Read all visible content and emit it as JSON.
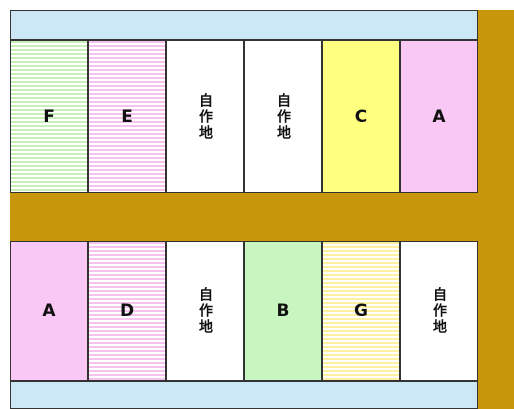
{
  "colors": {
    "road": "#c8960a",
    "water": "#cce8f7",
    "border": "#333333",
    "green_stripe": "#c8efb8",
    "pink_stripe": "#f6c2ee",
    "yellow_stripe": "#fff0a0",
    "white": "#ffffff",
    "solid_yellow": "#ffff80",
    "solid_pink": "#fac8f5",
    "solid_green": "#c8f5c0"
  },
  "top_row": [
    {
      "label": "F",
      "style": "green-stripe",
      "vertical": false
    },
    {
      "label": "E",
      "style": "pink-stripe",
      "vertical": false
    },
    {
      "label": "自作地",
      "style": "white",
      "vertical": true
    },
    {
      "label": "自作地",
      "style": "white",
      "vertical": true
    },
    {
      "label": "C",
      "style": "solid-yellow",
      "vertical": false
    },
    {
      "label": "A",
      "style": "solid-pink",
      "vertical": false
    }
  ],
  "bottom_row": [
    {
      "label": "A",
      "style": "solid-pink",
      "vertical": false
    },
    {
      "label": "D",
      "style": "pink-stripe",
      "vertical": false
    },
    {
      "label": "自作地",
      "style": "white",
      "vertical": true
    },
    {
      "label": "B",
      "style": "solid-green",
      "vertical": false
    },
    {
      "label": "G",
      "style": "yellow-stripe",
      "vertical": false
    },
    {
      "label": "自作地",
      "style": "white",
      "vertical": true
    }
  ]
}
